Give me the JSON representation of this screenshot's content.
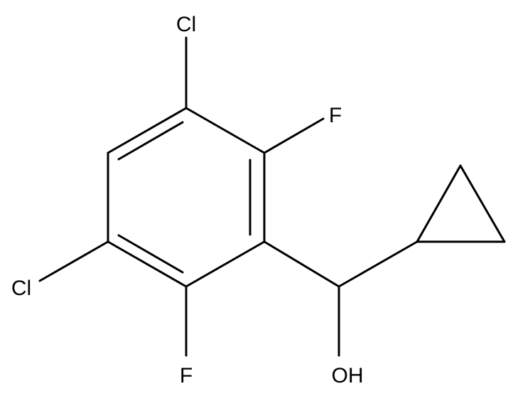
{
  "molecule": {
    "atoms": {
      "cl_top": "Cl",
      "f_top": "F",
      "cl_left": "Cl",
      "f_bottom": "F",
      "oh": "OH"
    }
  }
}
